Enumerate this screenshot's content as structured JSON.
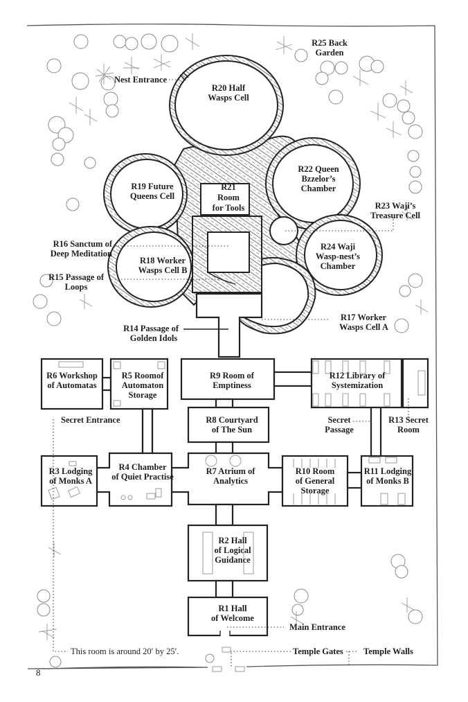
{
  "page": {
    "number": "8",
    "scale_note": "This room is around 20′ by 25′."
  },
  "map": {
    "outer_labels": {
      "back_garden": [
        "R25 Back",
        "Garden"
      ],
      "nest_entrance": "Nest Entrance",
      "main_entrance": "Main Entrance",
      "temple_gates": "Temple Gates",
      "temple_walls": "Temple Walls",
      "secret_entrance": "Secret Entrance",
      "secret_passage": [
        "Secret",
        "Passage"
      ]
    },
    "rooms": [
      {
        "id": "R1",
        "lines": [
          "R1 Hall",
          "of Welcome"
        ]
      },
      {
        "id": "R2",
        "lines": [
          "R2 Hall",
          "of Logical",
          "Guidance"
        ]
      },
      {
        "id": "R3",
        "lines": [
          "R3 Lodging",
          "of Monks A"
        ]
      },
      {
        "id": "R4",
        "lines": [
          "R4 Chamber",
          "of Quiet Practise"
        ]
      },
      {
        "id": "R5",
        "lines": [
          "R5 Roomof",
          "Automaton",
          "Storage"
        ]
      },
      {
        "id": "R6",
        "lines": [
          "R6 Workshop",
          "of Automatas"
        ]
      },
      {
        "id": "R7",
        "lines": [
          "R7 Atrium of",
          "Analytics"
        ]
      },
      {
        "id": "R8",
        "lines": [
          "R8 Courtyard",
          "of The Sun"
        ]
      },
      {
        "id": "R9",
        "lines": [
          "R9 Room of",
          "Emptiness"
        ]
      },
      {
        "id": "R10",
        "lines": [
          "R10 Room",
          "of General",
          "Storage"
        ]
      },
      {
        "id": "R11",
        "lines": [
          "R11 Lodging",
          "of Monks B"
        ]
      },
      {
        "id": "R12",
        "lines": [
          "R12 Library of",
          "Systemization"
        ]
      },
      {
        "id": "R13",
        "lines": [
          "R13 Secret",
          "Room"
        ]
      },
      {
        "id": "R14",
        "lines": [
          "R14 Passage of",
          "Golden Idols"
        ]
      },
      {
        "id": "R15",
        "lines": [
          "R15 Passage of",
          "Loops"
        ]
      },
      {
        "id": "R16",
        "lines": [
          "R16 Sanctum of",
          "Deep Meditation"
        ]
      },
      {
        "id": "R17",
        "lines": [
          "R17 Worker",
          "Wasps Cell A"
        ]
      },
      {
        "id": "R18",
        "lines": [
          "R18 Worker",
          "Wasps Cell B"
        ]
      },
      {
        "id": "R19",
        "lines": [
          "R19 Future",
          "Queens Cell"
        ]
      },
      {
        "id": "R20",
        "lines": [
          "R20 Half",
          "Wasps Cell"
        ]
      },
      {
        "id": "R21",
        "lines": [
          "R21",
          "Room",
          "for Tools"
        ]
      },
      {
        "id": "R22",
        "lines": [
          "R22 Queen",
          "Bzzelor’s",
          "Chamber"
        ]
      },
      {
        "id": "R23",
        "lines": [
          "R23 Waji’s",
          "Treasure Cell"
        ]
      },
      {
        "id": "R24",
        "lines": [
          "R24 Waji",
          "Wasp-nest’s",
          "Chamber"
        ]
      }
    ]
  }
}
